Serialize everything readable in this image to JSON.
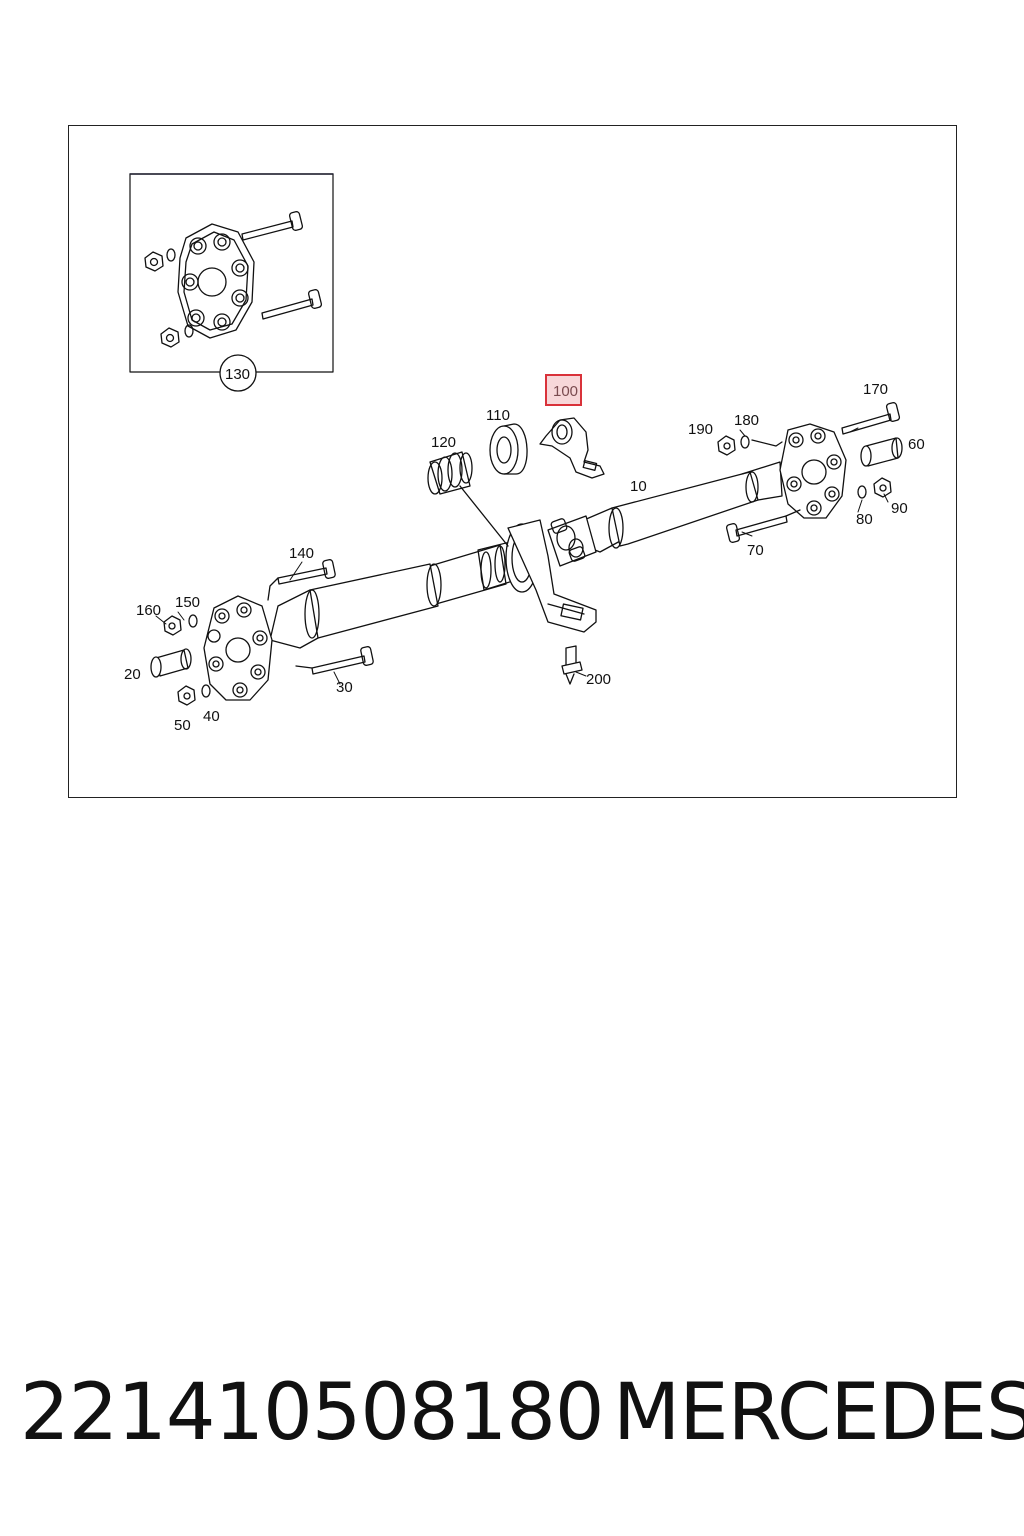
{
  "diagram": {
    "callouts": {
      "c10": "10",
      "c20": "20",
      "c30": "30",
      "c40": "40",
      "c50": "50",
      "c60": "60",
      "c70": "70",
      "c80": "80",
      "c90": "90",
      "c100": "100",
      "c110": "110",
      "c120": "120",
      "c130": "130",
      "c140": "140",
      "c150": "150",
      "c160": "160",
      "c170": "170",
      "c180": "180",
      "c190": "190",
      "c200": "200"
    },
    "highlight_color": "#d9323a",
    "highlight_fill": "#f7d7d9"
  },
  "footer": {
    "part_number": "221410508180",
    "brand": "MERCEDES"
  }
}
